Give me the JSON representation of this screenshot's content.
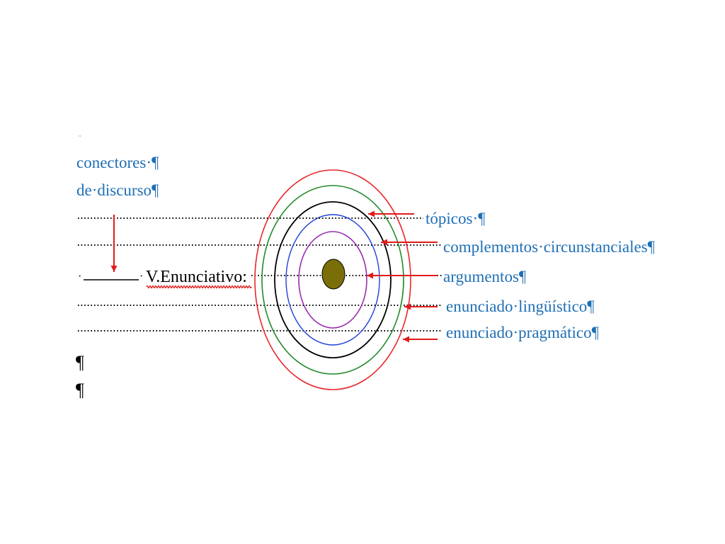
{
  "labels": {
    "connectors_line1": "conectores·¶",
    "connectors_line2": "de·discurso¶",
    "v_enunciativo": "V.Enunciativo:",
    "topicos": "tópicos·¶",
    "complementos": "complementos·circunstanciales¶",
    "argumentos": "argumentos¶",
    "linguistico": "enunciado·lingüístico¶",
    "pragmatico": "enunciado·pragmático¶",
    "pilcrow_1": "¶",
    "pilcrow_2": "¶",
    "top_mark": "¨"
  },
  "colors": {
    "label_blue": "#1f6fb5",
    "ring_outer": "#e8262b",
    "ring_green": "#1f8a2a",
    "ring_black": "#000000",
    "ring_blue": "#1f3fd8",
    "ring_purple": "#9a2bb0",
    "core_fill": "#7a6e08",
    "arrow": "#e01b1b",
    "dotted": "#000000"
  }
}
